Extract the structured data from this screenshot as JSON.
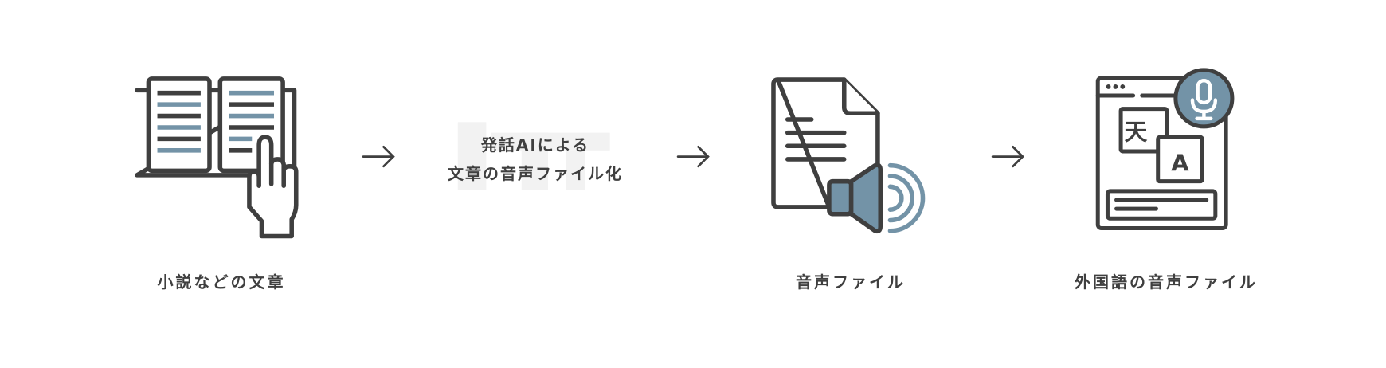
{
  "steps": [
    {
      "label": "小説などの文章",
      "icon": "book-with-pointing-hand-icon"
    },
    {
      "label": "音声ファイル",
      "icon": "audio-file-icon"
    },
    {
      "label": "外国語の音声ファイル",
      "icon": "translation-voice-icon"
    }
  ],
  "process": {
    "line1": "発話AIによる",
    "line2": "文章の音声ファイル化"
  },
  "translation_icon": {
    "source_char": "天",
    "target_char": "A"
  },
  "colors": {
    "dark": "#3f3f3f",
    "accent": "#7393a7",
    "bg_decor": "#f2f2f2"
  }
}
